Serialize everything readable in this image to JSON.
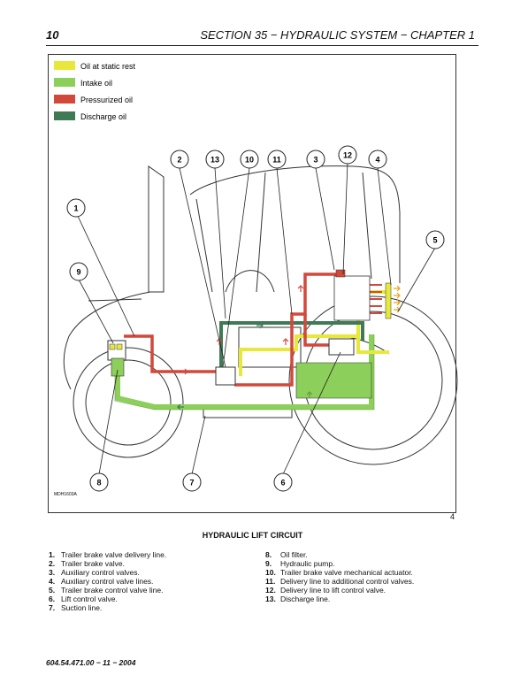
{
  "header": {
    "page_number": "10",
    "section": "SECTION 35 − HYDRAULIC SYSTEM − CHAPTER 1"
  },
  "legend": [
    {
      "label": "Oil at static rest",
      "color": "#e8e83c"
    },
    {
      "label": "Intake oil",
      "color": "#8ccf5a"
    },
    {
      "label": "Pressurized oil",
      "color": "#d2493b"
    },
    {
      "label": "Discharge oil",
      "color": "#3f7a55"
    }
  ],
  "callouts": [
    "1",
    "2",
    "3",
    "4",
    "5",
    "6",
    "7",
    "8",
    "9",
    "10",
    "11",
    "12",
    "13"
  ],
  "drawing_code": "MDH1603A",
  "figure_number": "4",
  "caption": "HYDRAULIC LIFT CIRCUIT",
  "parts_left": [
    {
      "n": "1.",
      "text": "Trailer brake valve delivery line."
    },
    {
      "n": "2.",
      "text": "Trailer brake valve."
    },
    {
      "n": "3.",
      "text": "Auxiliary control valves."
    },
    {
      "n": "4.",
      "text": "Auxiliary control valve lines."
    },
    {
      "n": "5.",
      "text": "Trailer brake control valve line."
    },
    {
      "n": "6.",
      "text": "Lift control valve."
    },
    {
      "n": "7.",
      "text": "Suction line."
    }
  ],
  "parts_right": [
    {
      "n": "8.",
      "text": "Oil filter."
    },
    {
      "n": "9.",
      "text": "Hydraulic pump."
    },
    {
      "n": "10.",
      "text": "Trailer brake valve mechanical actuator."
    },
    {
      "n": "11.",
      "text": "Delivery line to additional control valves."
    },
    {
      "n": "12.",
      "text": "Delivery line to lift control valve."
    },
    {
      "n": "13.",
      "text": "Discharge line."
    }
  ],
  "footer": "604.54.471.00 − 11 − 2004"
}
